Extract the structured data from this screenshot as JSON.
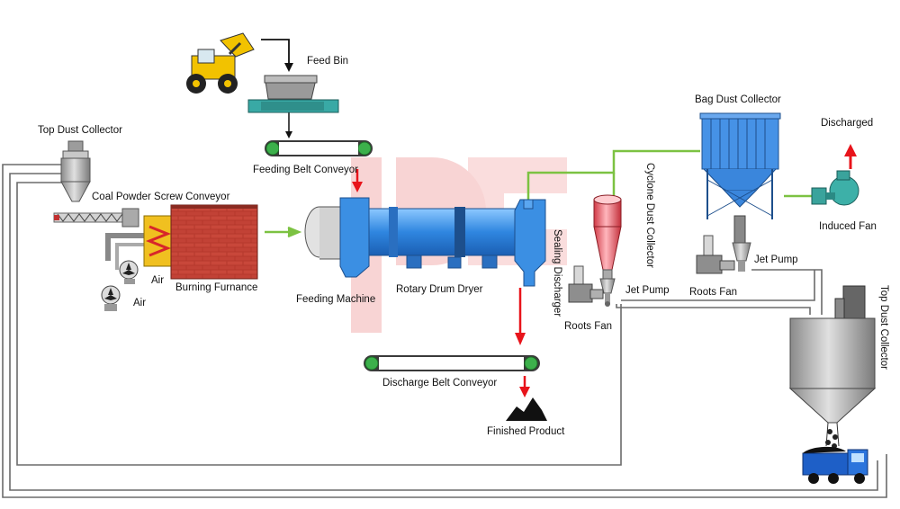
{
  "labels": {
    "feed_bin": "Feed Bin",
    "top_dust_collector": "Top Dust Collector",
    "coal_powder_screw_conveyor": "Coal Powder Screw Conveyor",
    "feeding_belt_conveyor": "Feeding Belt Conveyor",
    "air_1": "Air",
    "air_2": "Air",
    "burning_furnance": "Burning Furnance",
    "feeding_machine": "Feeding Machine",
    "rotary_drum_dryer": "Rotary Drum Dryer",
    "sealing_discharger": "Sealing Discharger",
    "cyclone_dust_collector": "Cyclone Dust Collector",
    "bag_dust_collector": "Bag Dust Collector",
    "discharged": "Discharged",
    "induced_fan": "Induced Fan",
    "jet_pump_1": "Jet Pump",
    "jet_pump_2": "Jet Pump",
    "roots_fan_1": "Roots Fan",
    "roots_fan_2": "Roots Fan",
    "top_dust_collector_right": "Top Dust Collector",
    "discharge_belt_conveyor": "Discharge Belt Conveyor",
    "finished_product": "Finished Product"
  },
  "colors": {
    "gas_flow": "#7cc242",
    "material_flow": "#e8141b",
    "feed_arrow": "#111111",
    "pipe": "#6d6d6d",
    "dryer": "#3a8fe0",
    "bag_collector": "#3f8fe6",
    "brick": "#b83a2e",
    "watermark": "#f4b8b8"
  }
}
